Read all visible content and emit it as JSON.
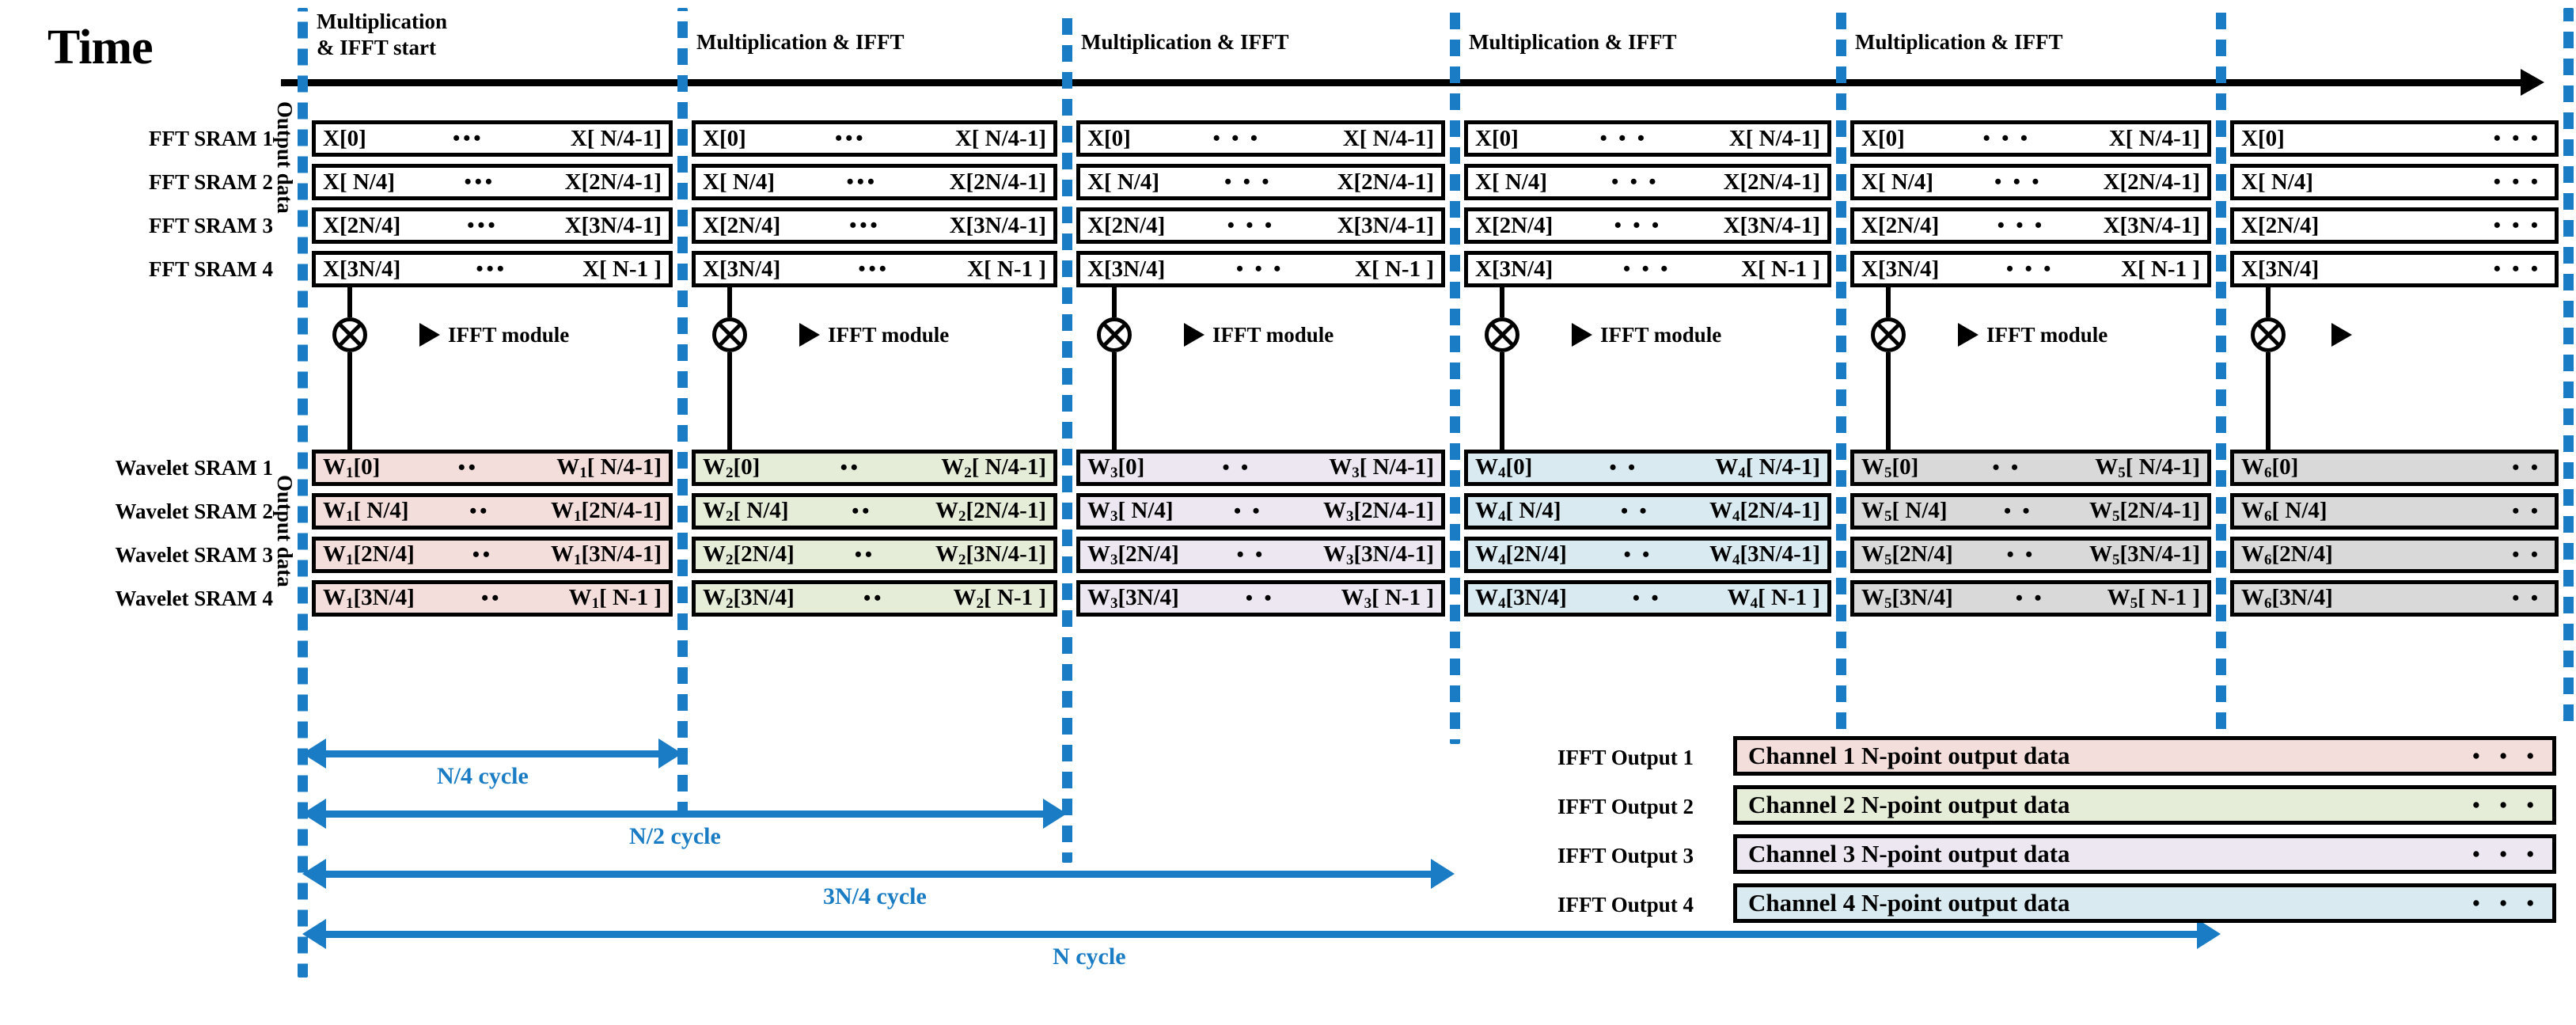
{
  "diagram": {
    "time_axis_label": "Time",
    "output_data_label": "Output data",
    "ifft_module_label": "IFFT module",
    "dots": "• • •",
    "dots2": "• •",
    "colors": {
      "blue": "#1a7cc4",
      "black": "#000000",
      "w1_pink": "#f4dedb",
      "w2_green": "#e5ecd8",
      "w3_lavender": "#ece7f0",
      "w4_lightblue": "#daeaf1",
      "w5_gray": "#d9d9d9",
      "w6_gray": "#d9d9d9",
      "out1_pink": "#f4dedb",
      "out2_green": "#e5ecd8",
      "out3_lavender": "#ece7f0",
      "out4_lightblue": "#daeaf1"
    }
  },
  "phases": [
    {
      "line1": "Multiplication",
      "line2": "& IFFT start"
    },
    {
      "line1": "Multiplication & IFFT",
      "line2": ""
    },
    {
      "line1": "Multiplication & IFFT",
      "line2": ""
    },
    {
      "line1": "Multiplication & IFFT",
      "line2": ""
    },
    {
      "line1": "Multiplication & IFFT",
      "line2": ""
    }
  ],
  "fft_row_labels": [
    "FFT SRAM 1",
    "FFT SRAM 2",
    "FFT SRAM 3",
    "FFT SRAM 4"
  ],
  "wavelet_row_labels": [
    "Wavelet SRAM 1",
    "Wavelet SRAM 2",
    "Wavelet SRAM 3",
    "Wavelet SRAM 4"
  ],
  "fft_cells": [
    [
      {
        "a": "X[0]",
        "d": "•••",
        "b": "X[ N/4-1]"
      },
      {
        "a": "X[ N/4]",
        "d": "•••",
        "b": "X[2N/4-1]"
      },
      {
        "a": "X[2N/4]",
        "d": "•••",
        "b": "X[3N/4-1]"
      },
      {
        "a": "X[3N/4]",
        "d": "•••",
        "b": "X[ N-1  ]"
      }
    ],
    [
      {
        "a": "X[0]",
        "d": "•••",
        "b": "X[ N/4-1]"
      },
      {
        "a": "X[ N/4]",
        "d": "•••",
        "b": "X[2N/4-1]"
      },
      {
        "a": "X[2N/4]",
        "d": "•••",
        "b": "X[3N/4-1]"
      },
      {
        "a": "X[3N/4]",
        "d": "•••",
        "b": "X[ N-1  ]"
      }
    ],
    [
      {
        "a": "X[0]",
        "d": "• • •",
        "b": "X[ N/4-1]"
      },
      {
        "a": "X[ N/4]",
        "d": "• • •",
        "b": "X[2N/4-1]"
      },
      {
        "a": "X[2N/4]",
        "d": "• • •",
        "b": "X[3N/4-1]"
      },
      {
        "a": "X[3N/4]",
        "d": "• • •",
        "b": "X[ N-1  ]"
      }
    ],
    [
      {
        "a": "X[0]",
        "d": "• • •",
        "b": "X[ N/4-1]"
      },
      {
        "a": "X[ N/4]",
        "d": "• • •",
        "b": "X[2N/4-1]"
      },
      {
        "a": "X[2N/4]",
        "d": "• • •",
        "b": "X[3N/4-1]"
      },
      {
        "a": "X[3N/4]",
        "d": "• • •",
        "b": "X[ N-1  ]"
      }
    ],
    [
      {
        "a": "X[0]",
        "d": "• • •",
        "b": "X[ N/4-1]"
      },
      {
        "a": "X[ N/4]",
        "d": "• • •",
        "b": "X[2N/4-1]"
      },
      {
        "a": "X[2N/4]",
        "d": "• • •",
        "b": "X[3N/4-1]"
      },
      {
        "a": "X[3N/4]",
        "d": "• • •",
        "b": "X[ N-1  ]"
      }
    ],
    [
      {
        "a": "X[0]",
        "d": "• • •",
        "b": ""
      },
      {
        "a": "X[ N/4]",
        "d": "• • •",
        "b": ""
      },
      {
        "a": "X[2N/4]",
        "d": "• • •",
        "b": ""
      },
      {
        "a": "X[3N/4]",
        "d": "• • •",
        "b": ""
      }
    ]
  ],
  "wavelet_cells": [
    [
      {
        "a": "W<sub>1</sub>[0]",
        "d": "••",
        "b": "W<sub>1</sub>[ N/4-1]"
      },
      {
        "a": "W<sub>1</sub>[ N/4]",
        "d": "••",
        "b": "W<sub>1</sub>[2N/4-1]"
      },
      {
        "a": "W<sub>1</sub>[2N/4]",
        "d": "••",
        "b": "W<sub>1</sub>[3N/4-1]"
      },
      {
        "a": "W<sub>1</sub>[3N/4]",
        "d": "••",
        "b": "W<sub>1</sub>[ N-1  ]"
      }
    ],
    [
      {
        "a": "W<sub>2</sub>[0]",
        "d": "••",
        "b": "W<sub>2</sub>[ N/4-1]"
      },
      {
        "a": "W<sub>2</sub>[ N/4]",
        "d": "••",
        "b": "W<sub>2</sub>[2N/4-1]"
      },
      {
        "a": "W<sub>2</sub>[2N/4]",
        "d": "••",
        "b": "W<sub>2</sub>[3N/4-1]"
      },
      {
        "a": "W<sub>2</sub>[3N/4]",
        "d": "••",
        "b": "W<sub>2</sub>[ N-1  ]"
      }
    ],
    [
      {
        "a": "W<sub>3</sub>[0]",
        "d": "• •",
        "b": "W<sub>3</sub>[ N/4-1]"
      },
      {
        "a": "W<sub>3</sub>[ N/4]",
        "d": "• •",
        "b": "W<sub>3</sub>[2N/4-1]"
      },
      {
        "a": "W<sub>3</sub>[2N/4]",
        "d": "• •",
        "b": "W<sub>3</sub>[3N/4-1]"
      },
      {
        "a": "W<sub>3</sub>[3N/4]",
        "d": "• •",
        "b": "W<sub>3</sub>[ N-1  ]"
      }
    ],
    [
      {
        "a": "W<sub>4</sub>[0]",
        "d": "• •",
        "b": "W<sub>4</sub>[ N/4-1]"
      },
      {
        "a": "W<sub>4</sub>[ N/4]",
        "d": "• •",
        "b": "W<sub>4</sub>[2N/4-1]"
      },
      {
        "a": "W<sub>4</sub>[2N/4]",
        "d": "• •",
        "b": "W<sub>4</sub>[3N/4-1]"
      },
      {
        "a": "W<sub>4</sub>[3N/4]",
        "d": "• •",
        "b": "W<sub>4</sub>[ N-1  ]"
      }
    ],
    [
      {
        "a": "W<sub>5</sub>[0]",
        "d": "• •",
        "b": "W<sub>5</sub>[ N/4-1]"
      },
      {
        "a": "W<sub>5</sub>[ N/4]",
        "d": "• •",
        "b": "W<sub>5</sub>[2N/4-1]"
      },
      {
        "a": "W<sub>5</sub>[2N/4]",
        "d": "• •",
        "b": "W<sub>5</sub>[3N/4-1]"
      },
      {
        "a": "W<sub>5</sub>[3N/4]",
        "d": "• •",
        "b": "W<sub>5</sub>[ N-1  ]"
      }
    ],
    [
      {
        "a": "W<sub>6</sub>[0]",
        "d": "• •",
        "b": ""
      },
      {
        "a": "W<sub>6</sub>[ N/4]",
        "d": "• •",
        "b": ""
      },
      {
        "a": "W<sub>6</sub>[2N/4]",
        "d": "• •",
        "b": ""
      },
      {
        "a": "W<sub>6</sub>[3N/4]",
        "d": "• •",
        "b": ""
      }
    ]
  ],
  "cycle_arrows": [
    {
      "label": "N/4 cycle"
    },
    {
      "label": "N/2 cycle"
    },
    {
      "label": "3N/4 cycle"
    },
    {
      "label": "N cycle"
    }
  ],
  "ifft_outputs": [
    {
      "label": "IFFT Output 1",
      "text": "Channel 1 N-point output data",
      "dots": "• • •"
    },
    {
      "label": "IFFT Output 2",
      "text": "Channel 2 N-point output data",
      "dots": "• • •"
    },
    {
      "label": "IFFT Output 3",
      "text": "Channel 3 N-point output data",
      "dots": "• • •"
    },
    {
      "label": "IFFT Output 4",
      "text": "Channel 4 N-point output data",
      "dots": "• • •"
    }
  ]
}
